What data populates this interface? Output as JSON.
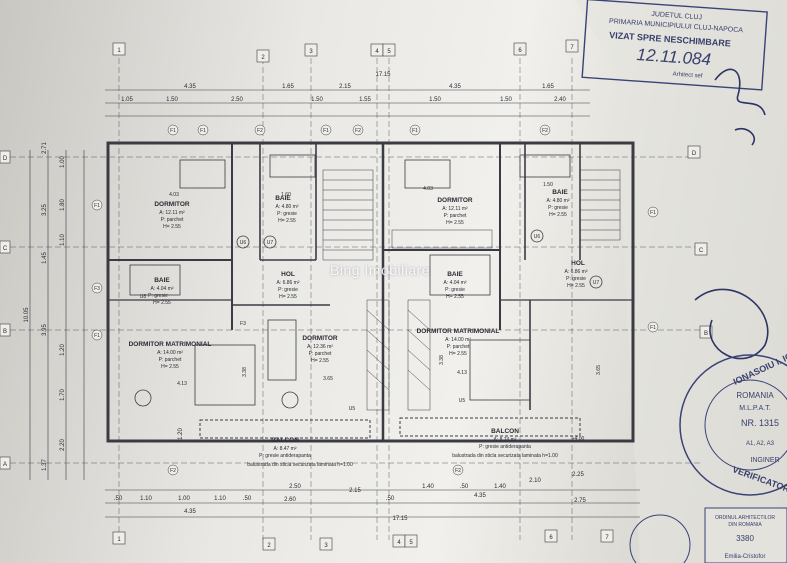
{
  "grid_axes_top": [
    "1",
    "2",
    "3",
    "4",
    "5",
    "6",
    "7"
  ],
  "grid_axes_side": [
    "D",
    "C",
    "B",
    "A"
  ],
  "top_dims": {
    "total": "17.15",
    "row1": [
      "4.35",
      "1.65",
      "2.15",
      "4.35",
      "1.65"
    ],
    "row2": [
      "1.05",
      "1.50",
      "2.50",
      "1.50",
      "1.55",
      "1.50",
      "1.50",
      "2.40"
    ]
  },
  "bottom_dims": {
    "total": "17.15",
    "row1": [
      ".50",
      "1.10",
      "1.00",
      "1.10",
      ".50",
      "2.50",
      ".50",
      "1.40",
      ".50",
      "1.40",
      "2.10",
      "2.25"
    ],
    "row2": [
      "4.35",
      "2.60",
      "2.15",
      "4.35",
      "2.75"
    ]
  },
  "left_dims": [
    "2.71",
    "1.00",
    "3.25",
    "1.80",
    "1.10",
    "1.45",
    "10.05",
    "3.95",
    "1.20",
    "1.70",
    "2.20",
    "1.37",
    "1.20"
  ],
  "rooms": [
    {
      "name": "DORMITOR",
      "area": "A: 12.11 m²",
      "floor": "P: parchet",
      "height": "H= 2.55"
    },
    {
      "name": "BAIE",
      "area": "A: 4.80 m²",
      "floor": "P: gresie",
      "height": "H= 2.55"
    },
    {
      "name": "BAIE",
      "area": "A: 4.04 m²",
      "floor": "P: gresie",
      "height": "H= 2.55"
    },
    {
      "name": "HOL",
      "area": "A: 6.86 m²",
      "floor": "P: gresie",
      "height": "H= 2.55"
    },
    {
      "name": "DORMITOR MATRIMONIAL",
      "area": "A: 14.00 m²",
      "floor": "P: parchet",
      "height": "H= 2.55"
    },
    {
      "name": "DORMITOR",
      "area": "A: 12.36 m²",
      "floor": "P: parchet",
      "height": "H= 2.55"
    },
    {
      "name": "BALCON",
      "area": "A: 8.47 m²",
      "floor": "P: gresie antiderapanta",
      "height": ""
    },
    {
      "name": "DORMITOR",
      "area": "A: 12.11 m²",
      "floor": "P: parchet",
      "height": "H= 2.55"
    },
    {
      "name": "BAIE",
      "area": "A: 4.80 m²",
      "floor": "P: gresie",
      "height": "H= 2.55"
    },
    {
      "name": "BAIE",
      "area": "A: 4.04 m²",
      "floor": "P: gresie",
      "height": "H= 2.55"
    },
    {
      "name": "HOL",
      "area": "A: 6.86 m²",
      "floor": "P: gresie",
      "height": "H= 2.55"
    },
    {
      "name": "DORMITOR MATRIMONIAL",
      "area": "A: 14.00 m²",
      "floor": "P: parchet",
      "height": "H= 2.55"
    },
    {
      "name": "BALCON",
      "area": "A: 8.74 m²",
      "floor": "P: gresie antiderapanta",
      "height": ""
    }
  ],
  "inner_dims": [
    "4.03",
    "4.13",
    "3.65",
    "4.03",
    "4.13",
    "3.38",
    "3.38",
    "3.65",
    "1.60",
    "1.50"
  ],
  "balustrade_note": "balustrada din sticla securizata laminata h=1.00",
  "level_mark": "+4.00",
  "window_tags": [
    "F1",
    "F2",
    "U5",
    "U6",
    "U7",
    "U8",
    "F3"
  ],
  "watermark": "Bing Imobiliare",
  "stamp_top": {
    "lines": [
      "JUDETUL CLUJ",
      "PRIMARIA MUNICIPIULUI CLUJ-NAPOCA",
      "VIZAT SPRE NESCHIMBARE",
      "Arhitect sef"
    ],
    "handwritten": "12.11.084"
  },
  "stamp_round": {
    "name": "IONASOIU I. IOAN",
    "country": "ROMANIA",
    "org": "M.L.P.A.T.",
    "nr": "NR. 1315",
    "scope": "A1, A2, A3",
    "role": "VERIFICATOR",
    "role2": "INGINER"
  },
  "stamp_corner": {
    "lines": [
      "ORDINUL ARHITECTILOR",
      "DIN ROMANIA",
      "3380",
      "Emilia-Cristofor"
    ]
  },
  "colors": {
    "paper": "#efeee9",
    "ink": "#2b2b33",
    "stamp": "#3a4278",
    "wall": "#3b3b44"
  }
}
